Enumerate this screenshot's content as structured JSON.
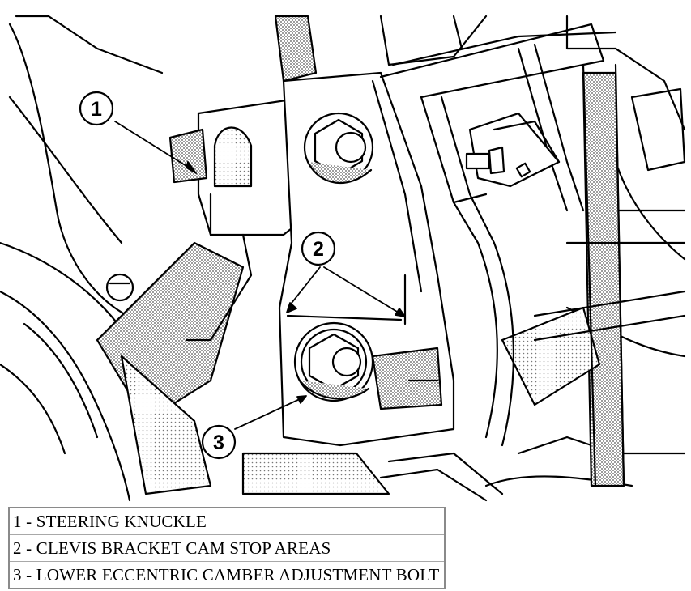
{
  "callouts": [
    {
      "number": "1"
    },
    {
      "number": "2"
    },
    {
      "number": "3"
    }
  ],
  "legend": [
    {
      "text": "1 - STEERING KNUCKLE"
    },
    {
      "text": "2 - CLEVIS BRACKET CAM STOP AREAS"
    },
    {
      "text": "3 - LOWER ECCENTRIC CAMBER ADJUSTMENT BOLT"
    }
  ]
}
